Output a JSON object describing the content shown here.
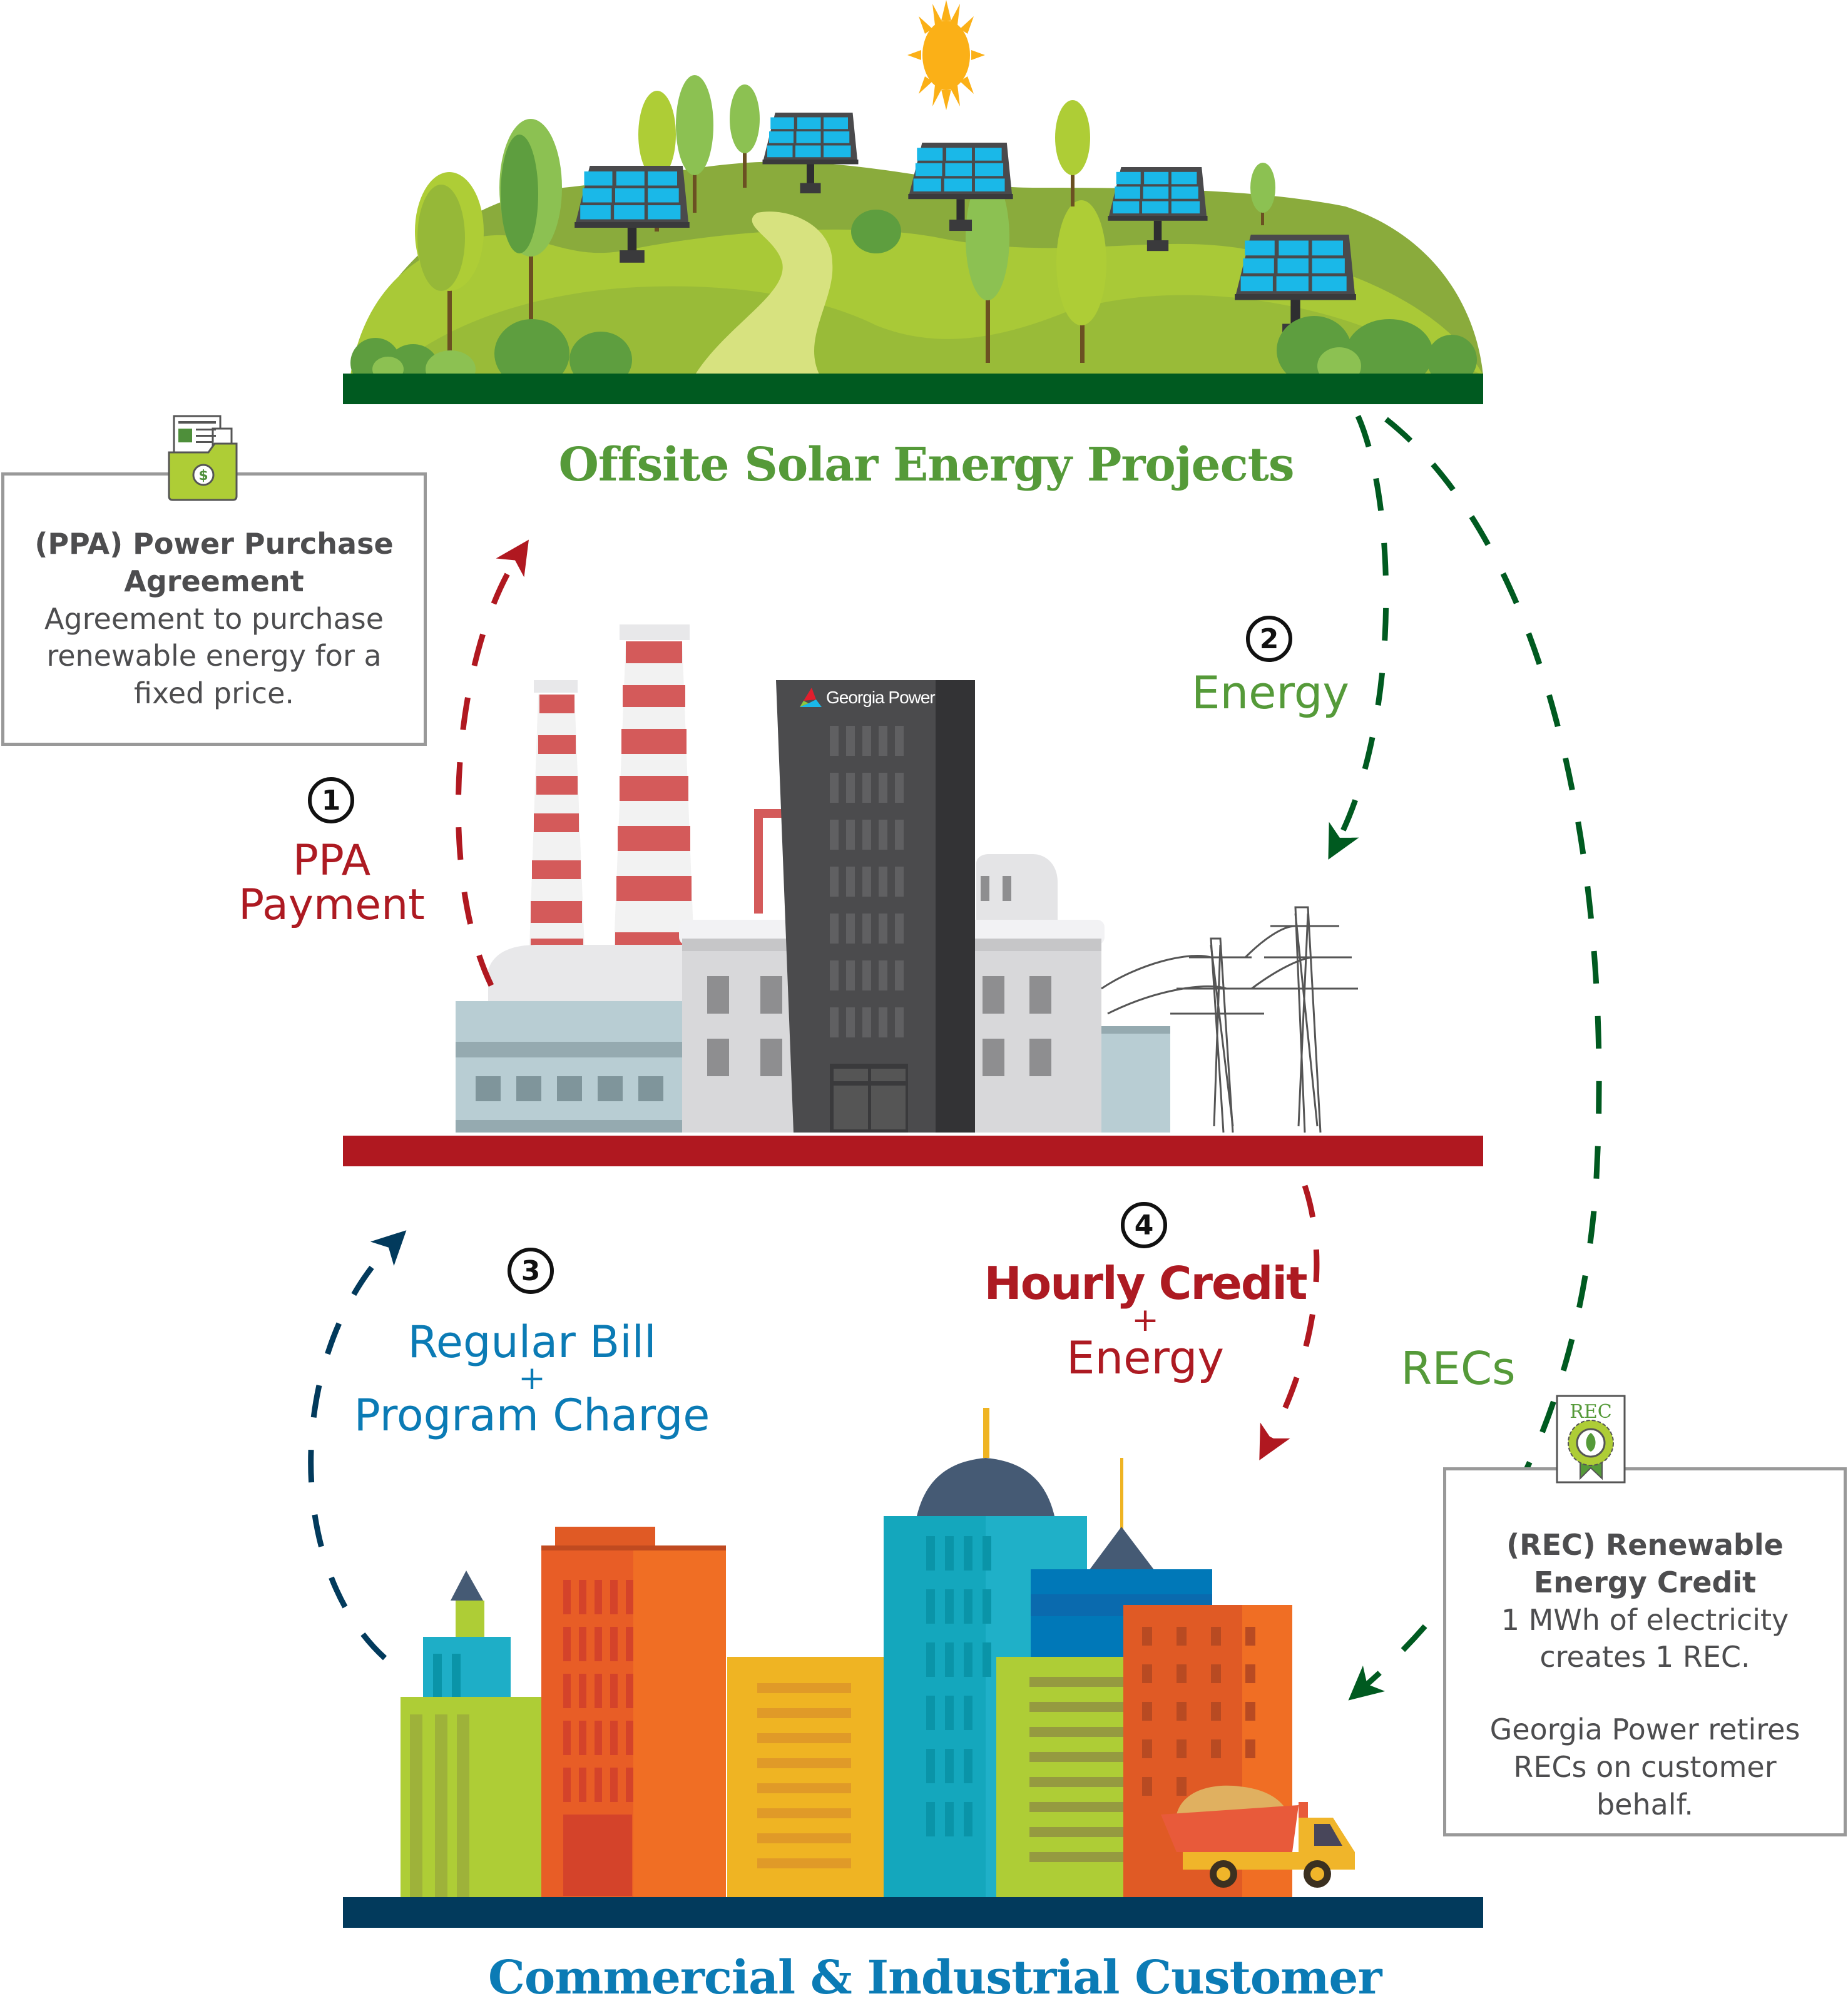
{
  "sections": {
    "solar_title": "Offsite Solar Energy Projects",
    "customer_title": "Commercial & Industrial Customer"
  },
  "logo": {
    "brand_text": "Georgia Power"
  },
  "steps": [
    {
      "number": "1",
      "label_lines": [
        "PPA",
        "Payment"
      ],
      "color": "#ad1a22"
    },
    {
      "number": "2",
      "label_lines": [
        "Energy"
      ],
      "color": "#559a39"
    },
    {
      "number": "3",
      "label_lines": [
        "Regular Bill",
        "+",
        "Program Charge"
      ],
      "color": "#0b7bb5"
    },
    {
      "number": "4",
      "label_lines": [
        "Hourly Credit",
        "+",
        "Energy"
      ],
      "color": "#ad1a22"
    }
  ],
  "recs_label": "RECs",
  "ppa_box": {
    "icon": "folder-dollar-icon",
    "heading_lines": [
      "(PPA)  Power Purchase",
      "Agreement"
    ],
    "body_lines": [
      "Agreement to purchase",
      "renewable energy for a",
      "fixed price."
    ]
  },
  "rec_box": {
    "icon": "rec-certificate-icon",
    "icon_text": "REC",
    "heading_lines": [
      "(REC)  Renewable",
      "Energy Credit"
    ],
    "body_lines": [
      "1 MWh of electricity",
      "creates 1 REC."
    ],
    "body2_lines": [
      "Georgia Power retires",
      "RECs on customer",
      "behalf."
    ]
  },
  "colors": {
    "solar_green": "#559a39",
    "ground_green": "#005a20",
    "utility_red": "#b01820",
    "customer_navy": "#023a5c",
    "customer_blue": "#0b7bb5",
    "arrow_navy": "#023a5c",
    "arrow_green": "#005a20",
    "arrow_red": "#b01820"
  }
}
